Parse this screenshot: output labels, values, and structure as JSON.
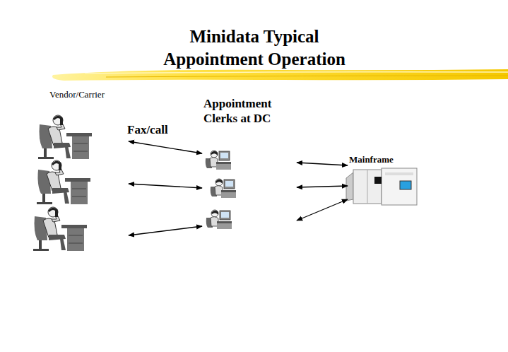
{
  "diagram": {
    "title": "Minidata Typical Appointment Operation",
    "nodes": [
      {
        "text": [
          "Vendor/Carrier"
        ]
      },
      {
        "text": [
          "Appointment Clerks at DC"
        ]
      },
      {
        "text": [
          "Mainframe"
        ]
      }
    ],
    "edges": [
      {
        "from": 0,
        "to": 1,
        "arrow": "both",
        "label": "Fax/call"
      },
      {
        "from": 0,
        "to": 1,
        "arrow": "both"
      },
      {
        "from": 0,
        "to": 1,
        "arrow": "both"
      },
      {
        "from": 1,
        "to": 2,
        "arrow": "both"
      },
      {
        "from": 1,
        "to": 2,
        "arrow": "both"
      },
      {
        "from": 1,
        "to": 2,
        "arrow": "both"
      }
    ]
  }
}
